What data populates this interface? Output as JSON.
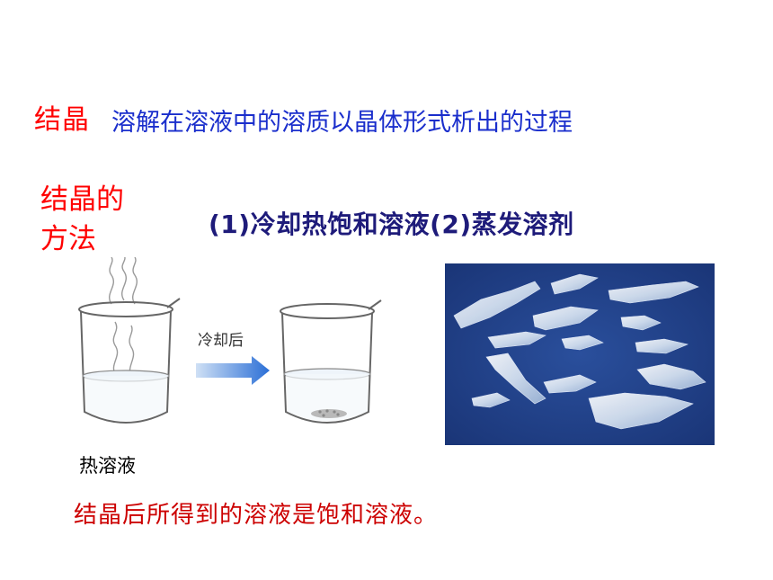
{
  "term": "结晶",
  "definition": "溶解在溶液中的溶质以晶体形式析出的过程",
  "methods_heading": [
    "结晶的",
    "方法"
  ],
  "methods_text": "(1)冷却热饱和溶液(2)蒸发溶剂",
  "figure": {
    "arrow_label": "冷却后",
    "hot_solution_label": "热溶液"
  },
  "conclusion": "结晶后所得到的溶液是饱和溶液。",
  "colors": {
    "term": "#ff0000",
    "definition": "#1a2ecc",
    "methods": "#1e1b7a",
    "conclusion": "#cc0000",
    "arrow": "#2b6fd6",
    "photo_background": "#1f3f86"
  }
}
